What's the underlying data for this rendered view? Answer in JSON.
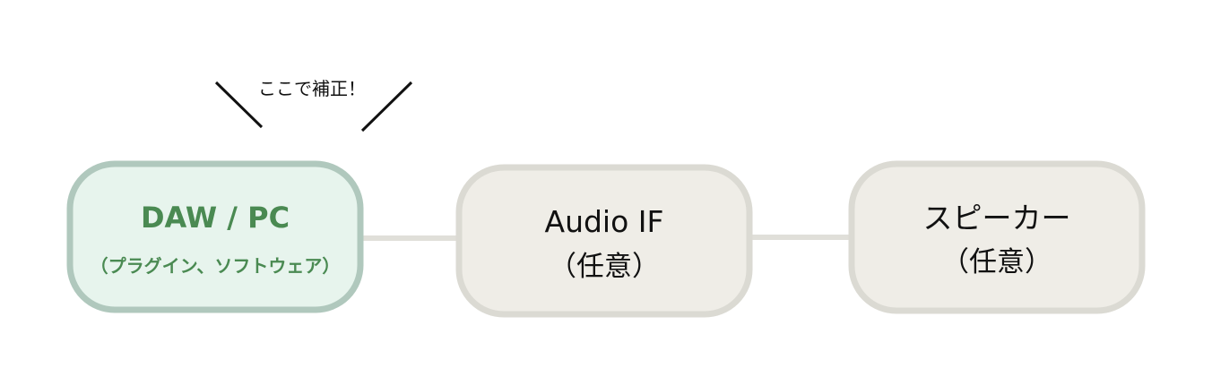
{
  "annotation": {
    "text": "ここで補正！"
  },
  "nodes": [
    {
      "id": "daw-pc",
      "title": "DAW / PC",
      "subtitle": "（プラグイン、ソフトウェア）",
      "highlighted": true,
      "fill": "#e7f4ed",
      "stroke": "#b0c8bd",
      "text_color": "#4a8a52"
    },
    {
      "id": "audio-if",
      "title": "Audio IF",
      "subtitle": "（任意）",
      "highlighted": false,
      "fill": "#efede7",
      "stroke": "#dbdad3",
      "text_color": "#111111"
    },
    {
      "id": "speaker",
      "title": "スピーカー",
      "subtitle": "（任意）",
      "highlighted": false,
      "fill": "#efede7",
      "stroke": "#dbdad3",
      "text_color": "#111111"
    }
  ],
  "connector_color": "#e0dfd9"
}
